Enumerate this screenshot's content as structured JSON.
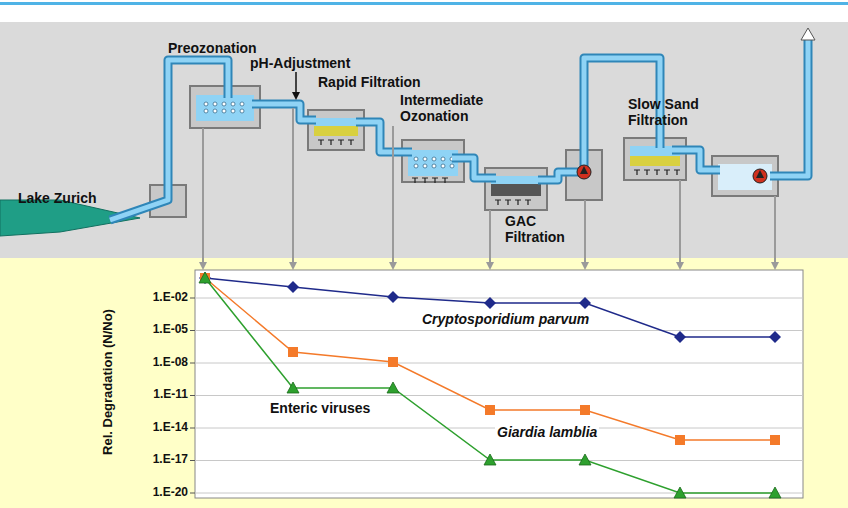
{
  "diagram": {
    "labels": [
      "Lake Zurich",
      "Preozonation",
      "pH-Adjustment",
      "Rapid Filtration",
      "Intermediate Ozonation",
      "GAC Filtration",
      "Slow Sand Filtration",
      "Rel. Degradation (N/No)",
      "1.E-02",
      "1.E-05",
      "1.E-08",
      "1.E-11",
      "1.E-14",
      "1.E-17",
      "1.E-20",
      "Cryptosporidium parvum",
      "Enteric viruses",
      "Giardia lamblia"
    ]
  }
}
